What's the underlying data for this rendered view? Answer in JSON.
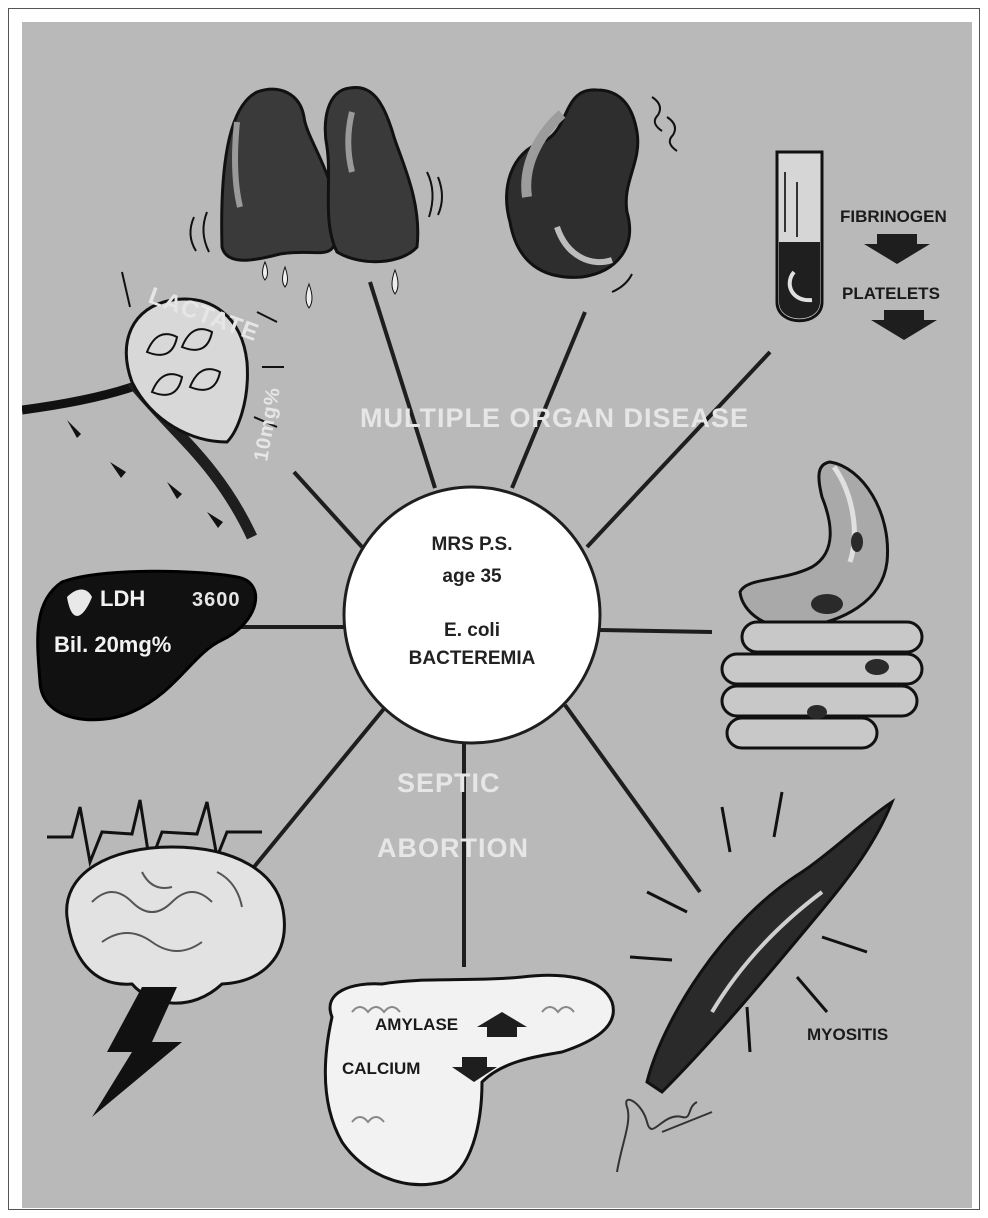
{
  "center": {
    "line1": "MRS P.S.",
    "line2": "age 35",
    "line3": "E. coli",
    "line4": "BACTEREMIA"
  },
  "headings": {
    "multiple_organ_disease": "MULTIPLE ORGAN DISEASE",
    "septic": "SEPTIC",
    "abortion": "ABORTION"
  },
  "lactate": {
    "label": "LACTATE",
    "value": "10mg%"
  },
  "liver": {
    "ldh_label": "LDH",
    "ldh_value": "3600",
    "bil_label": "Bil. 20mg%"
  },
  "coagulation": {
    "fibrinogen": "FIBRINOGEN",
    "platelets": "PLATELETS",
    "direction": "down"
  },
  "pancreas": {
    "amylase": "AMYLASE",
    "amylase_direction": "up",
    "calcium": "CALCIUM",
    "calcium_direction": "down"
  },
  "muscle": {
    "label": "MYOSITIS"
  },
  "icons": [
    "lungs-icon",
    "kidney-icon",
    "test-tube-icon",
    "capillary-icon",
    "liver-icon",
    "stomach-intestine-icon",
    "brain-icon",
    "eeg-wave-icon",
    "lightning-icon",
    "pancreas-icon",
    "muscle-icon",
    "artist-signature"
  ],
  "colors": {
    "background": "#b9b9b9",
    "organ_dark": "#3a3a3a",
    "center_circle": "#ffffff"
  }
}
